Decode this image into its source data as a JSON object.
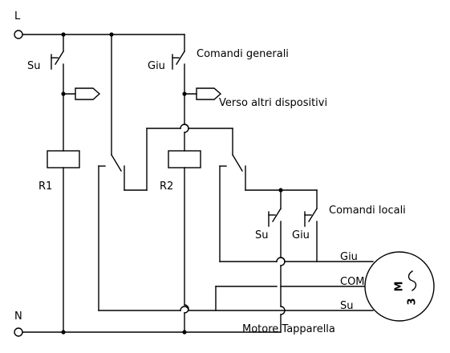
{
  "labels": {
    "line_L": "L",
    "line_N": "N",
    "su_general": "Su",
    "giu_general": "Giu",
    "comandi_generali": "Comandi generali",
    "verso_altri": "Verso altri dispositivi",
    "r1": "R1",
    "r2": "R2",
    "su_local": "Su",
    "giu_local": "Giu",
    "comandi_locali": "Comandi locali",
    "motor_giu": "Giu",
    "motor_com": "COM",
    "motor_su": "Su",
    "motore_tapparella": "Motore Tapparella",
    "motor_symbol": "M",
    "motor_phase": "3"
  }
}
